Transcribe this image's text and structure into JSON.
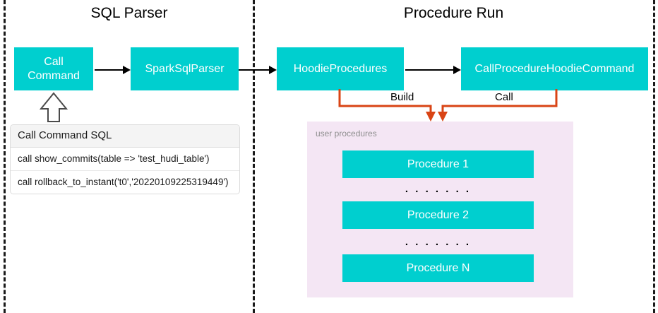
{
  "sections": [
    {
      "id": "sql-parser",
      "title": "SQL Parser"
    },
    {
      "id": "procedure-run",
      "title": "Procedure Run"
    }
  ],
  "nodes": {
    "call_command": "Call Command",
    "spark_sql_parser": "SparkSqlParser",
    "hoodie_procedures": "HoodieProcedures",
    "call_procedure_hoodie_command": "CallProcedureHoodieCommand"
  },
  "edge_labels": {
    "build": "Build",
    "call": "Call"
  },
  "sql_table": {
    "header": "Call Command SQL",
    "rows": [
      "call show_commits(table => 'test_hudi_table')",
      "call rollback_to_instant('t0','20220109225319449')"
    ]
  },
  "user_procedures": {
    "label": "user procedures",
    "items": [
      {
        "name": "Procedure 1"
      },
      {
        "name": "Procedure 2"
      },
      {
        "name": "Procedure N"
      }
    ],
    "separator": ". . . . . . ."
  },
  "colors": {
    "teal": "#00CFCF",
    "panel_purple": "#F4E6F4",
    "orange": "#D94415",
    "divider": "#1a1a1a",
    "text_white": "#FFFFFF",
    "muted_label": "#8F8F8F"
  }
}
